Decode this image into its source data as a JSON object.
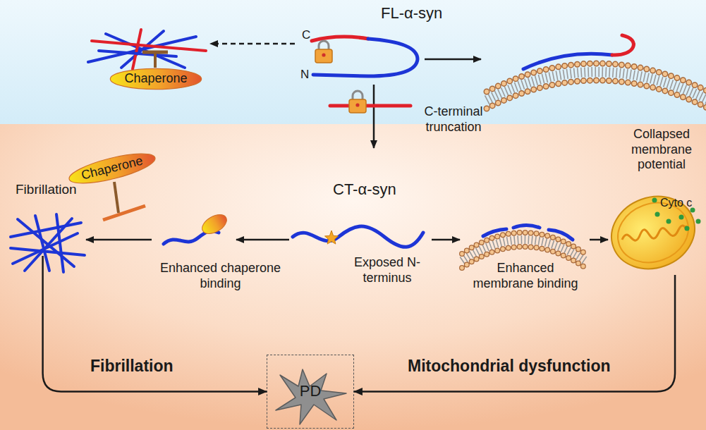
{
  "diagram": {
    "nodes": [
      {
        "text": [
          "Chaperone"
        ]
      },
      {
        "text": [
          "Chaperone"
        ]
      },
      {
        "text": [
          "Fibrillation"
        ]
      },
      {
        "text": [
          "Collapsed membrane potential",
          "Cyto c"
        ]
      },
      {
        "text": [
          "PD"
        ]
      }
    ],
    "edges": [
      {
        "from": 2,
        "to": 4,
        "label": "Fibrillation",
        "arrow": "to"
      },
      {
        "from": 3,
        "to": 4,
        "label": "Mitochondrial dysfunction",
        "arrow": "to"
      }
    ],
    "labels": [
      "FL-α-syn",
      "C",
      "N",
      "C-terminal truncation",
      "CT-α-syn",
      "Exposed N-terminus",
      "Enhanced chaperone binding",
      "Enhanced membrane binding"
    ]
  }
}
